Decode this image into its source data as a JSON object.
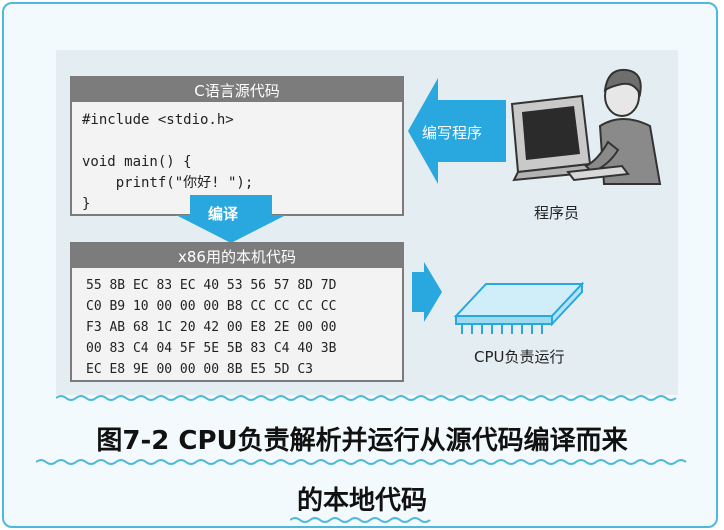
{
  "source_panel": {
    "title": "C语言源代码",
    "code": "#include <stdio.h>\n\nvoid main() {\n    printf(\"你好! \");\n}"
  },
  "compile_arrow_label": "编译",
  "write_arrow_label": "编写程序",
  "programmer_label": "程序员",
  "machine_panel": {
    "title": "x86用的本机代码",
    "rows": [
      "55 8B EC 83 EC 40 53 56 57 8D 7D",
      "C0 B9 10 00 00 00 B8 CC CC CC CC",
      "F3 AB 68 1C 20 42 00 E8 2E 00 00",
      "00 83 C4 04 5F 5E 5B 83 C4 40 3B",
      "EC E8 9E 00 00 00 8B E5 5D C3"
    ]
  },
  "cpu_label": "CPU负责运行",
  "caption": {
    "line1": "图7-2 CPU负责解析并运行从源代码编译而来",
    "line2": "的本地代码"
  },
  "colors": {
    "frame": "#4fb8dc",
    "arrow": "#29a7df",
    "panel_header": "#7c7c7c"
  }
}
